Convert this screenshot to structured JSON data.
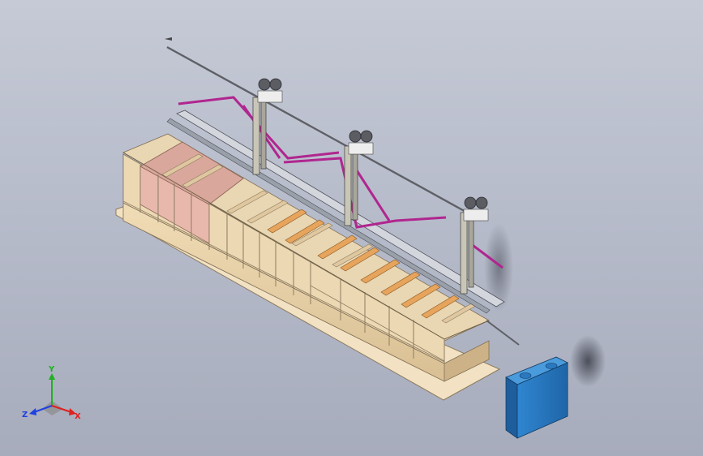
{
  "viewport": {
    "background_top": "#c6cad6",
    "background_bottom": "#a7acbc"
  },
  "model": {
    "description_icon": "plating-line-assembly-icon",
    "tank_color": "#e6cfa8",
    "tank_pink_color": "#e7b7ad",
    "bracket_color": "#b0268f",
    "rail_color": "#5e6066",
    "box_color": "#2a78c0"
  },
  "triad": {
    "x_label": "X",
    "y_label": "Y",
    "z_label": "Z",
    "x_color": "#e02020",
    "y_color": "#20b020",
    "z_color": "#2040e0"
  }
}
